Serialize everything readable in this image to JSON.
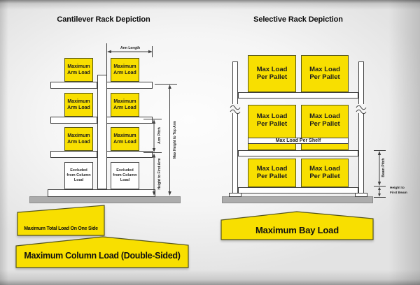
{
  "cantilever": {
    "title": "Cantilever Rack Depiction",
    "arm_load_label": "Maximum\nArm Load",
    "excluded_label": "Excluded\nfrom Column\nLoad",
    "dimensions": {
      "arm_length": "Arm Length",
      "max_height_top_arm": "Max Height to Top Arm",
      "arm_pitch": "Arm Pitch",
      "height_to_first_arm": "Height to First Arm"
    },
    "totals": {
      "one_side": "Maximum Total Load On One Side",
      "column_double_sided": "Maximum Column Load (Double-Sided)"
    }
  },
  "selective": {
    "title": "Selective Rack Depiction",
    "pallet_label": "Max Load\nPer Pallet",
    "shelf_label": "Max Load Per Shelf",
    "dimensions": {
      "beam_pitch": "Beam Pitch",
      "height_to_first_beam": "Height to\nFirst Beam"
    },
    "totals": {
      "bay": "Maximum Bay Load"
    }
  },
  "colors": {
    "highlight_yellow": "#F8DF00",
    "outline_gray": "#3F3F3F",
    "floor_gray": "#ACACAC"
  }
}
